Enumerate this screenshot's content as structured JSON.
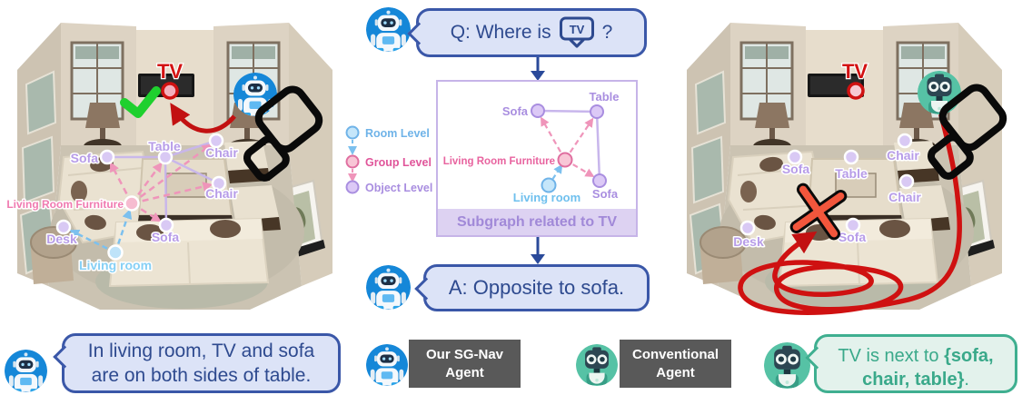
{
  "colors": {
    "red_accent": "#cf1111",
    "green_check": "#1fd02e",
    "cross_red": "#f2563c",
    "dialog_border": "#3a57a8",
    "dialog_fill": "#dce3f7",
    "dialog_text": "#2e4a8f",
    "object_level_purple": "#b79ce8",
    "group_level_pink": "#e8639f",
    "room_level_blue": "#6fb3e8",
    "subgraph_bar_fill": "#ddd2f2",
    "subgraph_bar_text": "#a189d8",
    "agent_chip_bg": "#595959",
    "agent_chip_text": "#ffffff",
    "green_bubble_border": "#3faf90",
    "green_bubble_fill": "#e3f2ec",
    "green_bubble_text": "#3aa98a"
  },
  "left_room": {
    "tv_label": "TV",
    "labels": {
      "sofa1": "Sofa",
      "table": "Table",
      "chair1": "Chair",
      "chair2": "Chair",
      "group": "Living Room Furniture",
      "sofa2": "Sofa",
      "desk": "Desk",
      "room": "Living room"
    }
  },
  "right_room": {
    "tv_label": "TV",
    "labels": {
      "sofa1": "Sofa",
      "table": "Table",
      "chair1": "Chair",
      "chair2": "Chair",
      "desk": "Desk",
      "sofa2": "Sofa"
    }
  },
  "dialog": {
    "question_prefix": "Q: Where is",
    "tv_icon_text": "TV",
    "question_suffix": "?",
    "answer": "A: Opposite to sofa."
  },
  "legend": {
    "room_level": "Room Level",
    "group_level": "Group Level",
    "object_level": "Object Level"
  },
  "subgraph": {
    "title": "Subgraph related to TV",
    "labels": {
      "sofa1": "Sofa",
      "table": "Table",
      "group": "Living Room Furniture",
      "room": "Living room",
      "sofa2": "Sofa"
    }
  },
  "agents": {
    "sgnav_label": "Our SG-Nav Agent",
    "conventional_label": "Conventional Agent"
  },
  "captions": {
    "sgnav_bubble": "In living room, TV and sofa are on both sides of table.",
    "conventional_prefix": "TV is next to ",
    "conventional_bold": "{sofa, chair, table}",
    "conventional_suffix": "."
  }
}
